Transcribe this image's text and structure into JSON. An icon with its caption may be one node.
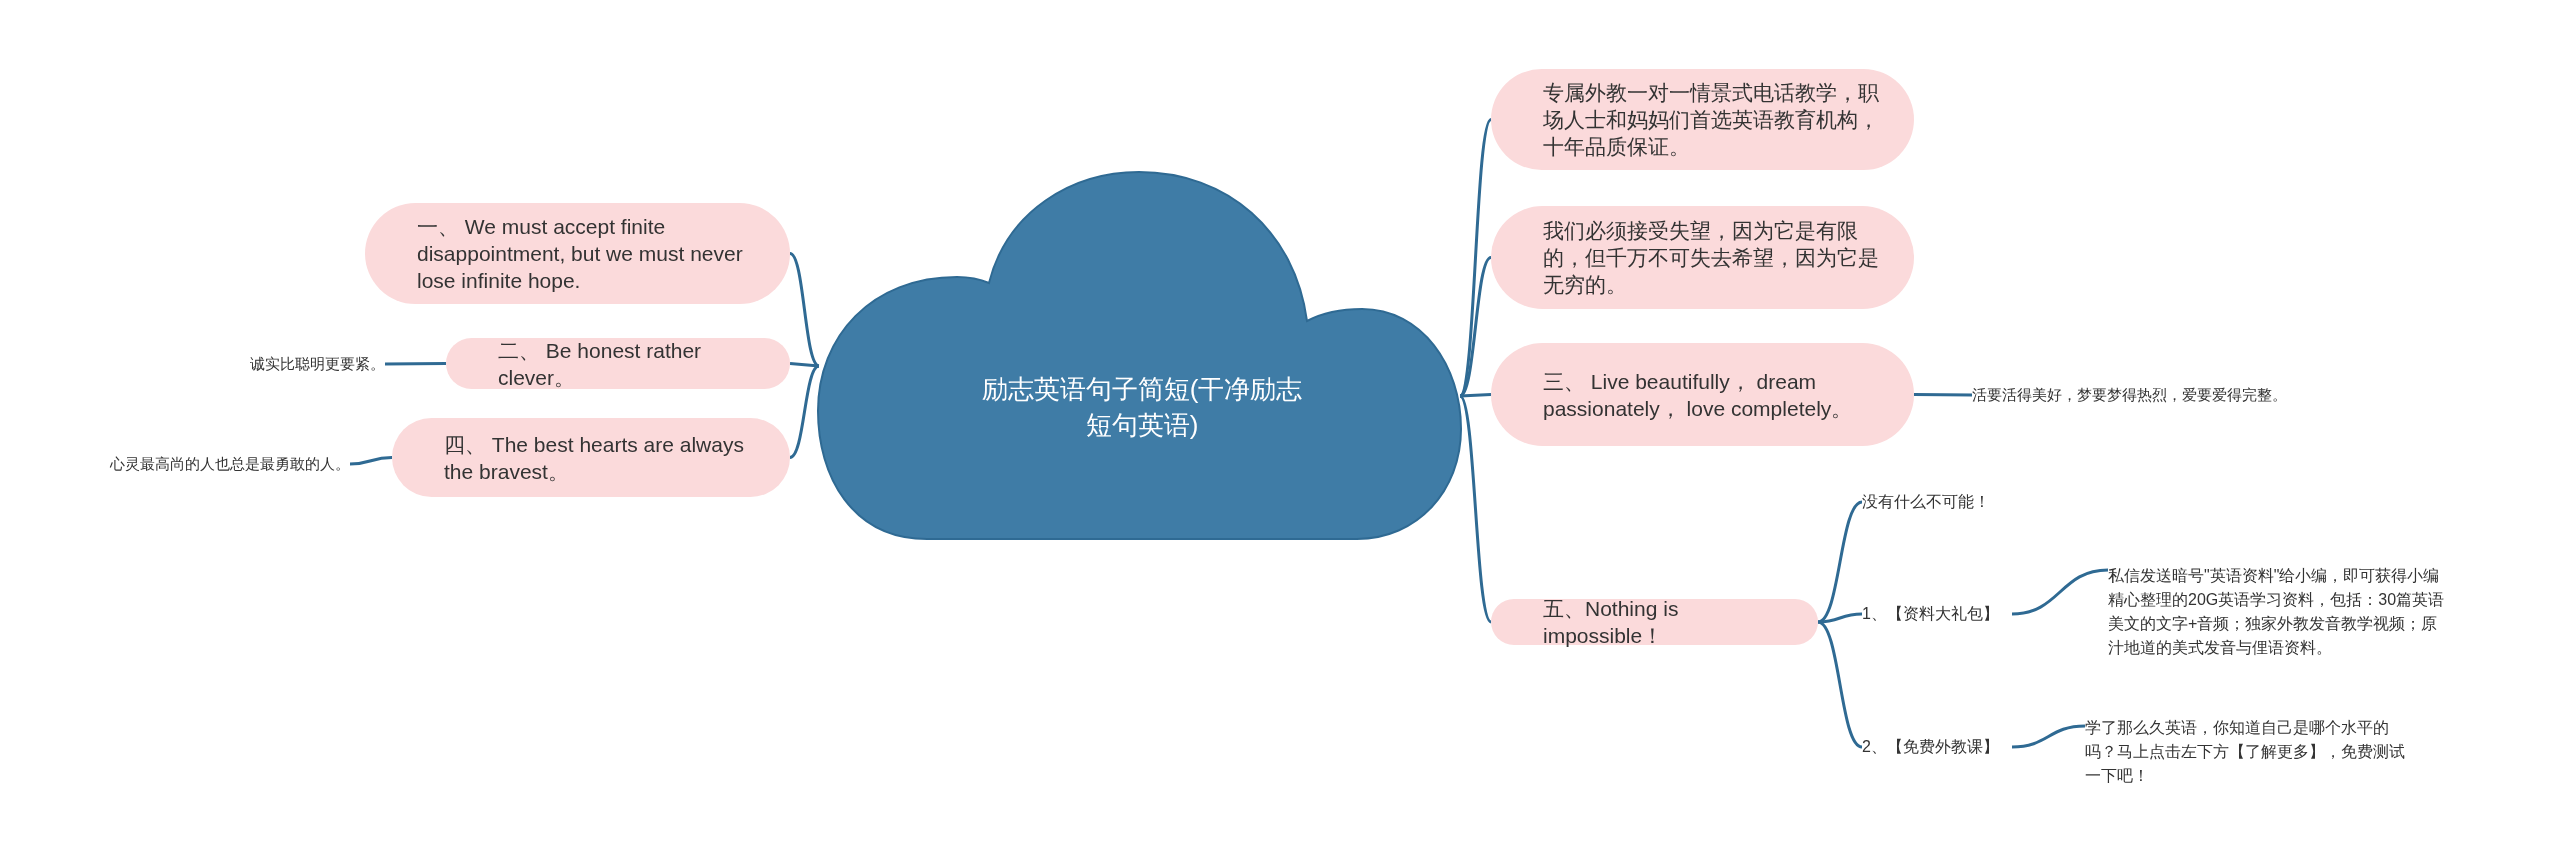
{
  "diagram": {
    "nodes": [
      {
        "text": [
          "励志英语句子简短(干净励志短句英语)"
        ]
      },
      {
        "text": [
          "一、 We must accept finite disappointment, but we must never lose infinite hope."
        ]
      },
      {
        "text": [
          "二、 Be honest rather clever。"
        ]
      },
      {
        "text": [
          "诚实比聪明更要紧。"
        ]
      },
      {
        "text": [
          "四、 The best hearts are always the bravest。"
        ]
      },
      {
        "text": [
          "心灵最高尚的人也总是最勇敢的人。"
        ]
      },
      {
        "text": [
          "专属外教一对一情景式电话教学，职场人士和妈妈们首选英语教育机构，十年品质保证。"
        ]
      },
      {
        "text": [
          "我们必须接受失望，因为它是有限的，但千万不可失去希望，因为它是无穷的。"
        ]
      },
      {
        "text": [
          "三、 Live beautifully， dream passionately， love completely。"
        ]
      },
      {
        "text": [
          "活要活得美好，梦要梦得热烈，爱要爱得完整。"
        ]
      },
      {
        "text": [
          "五、Nothing is impossible！"
        ]
      },
      {
        "text": [
          "没有什么不可能！"
        ]
      },
      {
        "text": [
          "1、【资料大礼包】"
        ]
      },
      {
        "text": [
          "私信发送暗号\"英语资料\"给小编，即可获得小编精心整理的20G英语学习资料，包括：30篇英语美文的文字+音频；独家外教发音教学视频；原汁地道的美式发音与俚语资料。"
        ]
      },
      {
        "text": [
          "2、【免费外教课】"
        ]
      },
      {
        "text": [
          "学了那么久英语，你知道自己是哪个水平的吗？马上点击左下方【了解更多】，免费测试一下吧！"
        ]
      }
    ],
    "edges": [
      {
        "from": 0,
        "to": 1,
        "arrow": "none"
      },
      {
        "from": 0,
        "to": 2,
        "arrow": "none"
      },
      {
        "from": 0,
        "to": 4,
        "arrow": "none"
      },
      {
        "from": 2,
        "to": 3,
        "arrow": "none"
      },
      {
        "from": 4,
        "to": 5,
        "arrow": "none"
      },
      {
        "from": 0,
        "to": 6,
        "arrow": "none"
      },
      {
        "from": 0,
        "to": 7,
        "arrow": "none"
      },
      {
        "from": 0,
        "to": 8,
        "arrow": "none"
      },
      {
        "from": 0,
        "to": 10,
        "arrow": "none"
      },
      {
        "from": 8,
        "to": 9,
        "arrow": "none"
      },
      {
        "from": 10,
        "to": 11,
        "arrow": "none"
      },
      {
        "from": 10,
        "to": 12,
        "arrow": "none"
      },
      {
        "from": 10,
        "to": 14,
        "arrow": "none"
      },
      {
        "from": 12,
        "to": 13,
        "arrow": "none"
      },
      {
        "from": 14,
        "to": 15,
        "arrow": "none"
      }
    ]
  }
}
